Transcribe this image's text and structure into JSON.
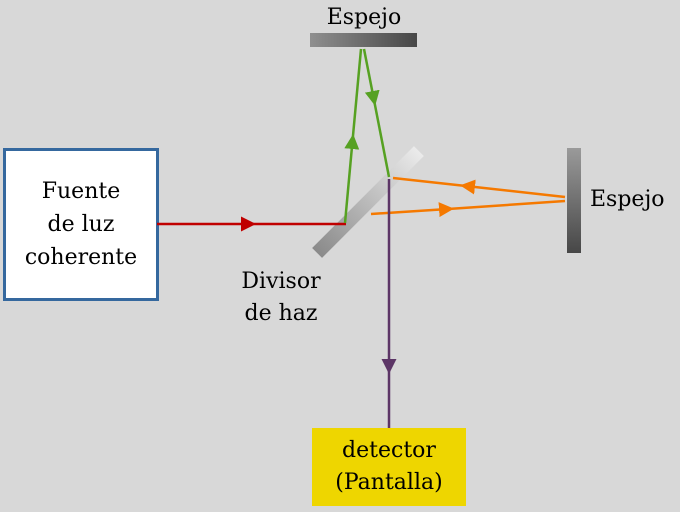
{
  "diagram": {
    "title_implied": "",
    "labels": {
      "mirror_top": "Espejo",
      "mirror_right": "Espejo",
      "source_line1": "Fuente",
      "source_line2": "de luz",
      "source_line3": "coherente",
      "splitter_line1": "Divisor",
      "splitter_line2": "de haz",
      "detector_line1": "detector",
      "detector_line2": "(Pantalla)"
    },
    "colors": {
      "background": "#d8d8d8",
      "source_box_border": "#35689e",
      "source_box_fill": "#ffffff",
      "detector_fill": "#eed600",
      "mirror_gray_dark": "#474747",
      "mirror_gray_light": "#9a9a9a",
      "beam_splitter_light": "#ebebeb",
      "beam_splitter_dark": "#8a8a8a",
      "beam_red": "#c00000",
      "beam_green": "#56a122",
      "beam_orange": "#f57900",
      "beam_purple": "#5c3566",
      "text": "#000000"
    }
  }
}
